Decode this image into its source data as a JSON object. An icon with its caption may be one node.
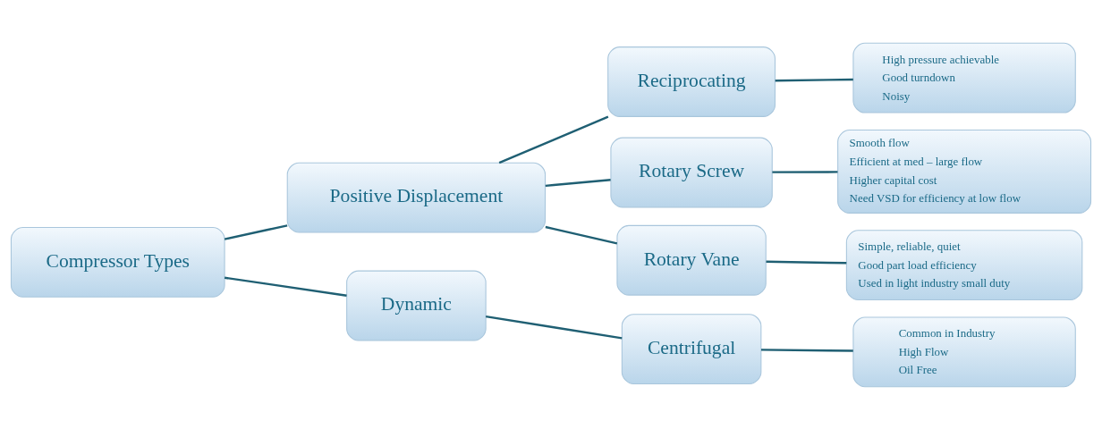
{
  "diagram": {
    "nodes": [
      {
        "text": [
          "Compressor Types"
        ]
      },
      {
        "text": [
          "Positive Displacement"
        ]
      },
      {
        "text": [
          "Dynamic"
        ]
      },
      {
        "text": [
          "Reciprocating"
        ]
      },
      {
        "text": [
          "Rotary Screw"
        ]
      },
      {
        "text": [
          "Rotary Vane"
        ]
      },
      {
        "text": [
          "Centrifugal"
        ]
      },
      {
        "text": [
          "High pressure achievable",
          "Good turndown",
          "Noisy"
        ]
      },
      {
        "text": [
          "Smooth flow",
          "Efficient at med – large flow",
          "Higher capital cost",
          "Need VSD for efficiency at low flow"
        ]
      },
      {
        "text": [
          "Simple, reliable, quiet",
          "Good part load efficiency",
          "Used in light industry small duty"
        ]
      },
      {
        "text": [
          "Common in Industry",
          "High Flow",
          "Oil Free"
        ]
      }
    ],
    "edges": [
      {
        "from": 0,
        "to": 1,
        "arrow": "none"
      },
      {
        "from": 0,
        "to": 2,
        "arrow": "none"
      },
      {
        "from": 1,
        "to": 3,
        "arrow": "none"
      },
      {
        "from": 1,
        "to": 4,
        "arrow": "none"
      },
      {
        "from": 1,
        "to": 5,
        "arrow": "none"
      },
      {
        "from": 2,
        "to": 6,
        "arrow": "none"
      },
      {
        "from": 3,
        "to": 7,
        "arrow": "none"
      },
      {
        "from": 4,
        "to": 8,
        "arrow": "none"
      },
      {
        "from": 5,
        "to": 9,
        "arrow": "none"
      },
      {
        "from": 6,
        "to": 10,
        "arrow": "none"
      }
    ]
  }
}
